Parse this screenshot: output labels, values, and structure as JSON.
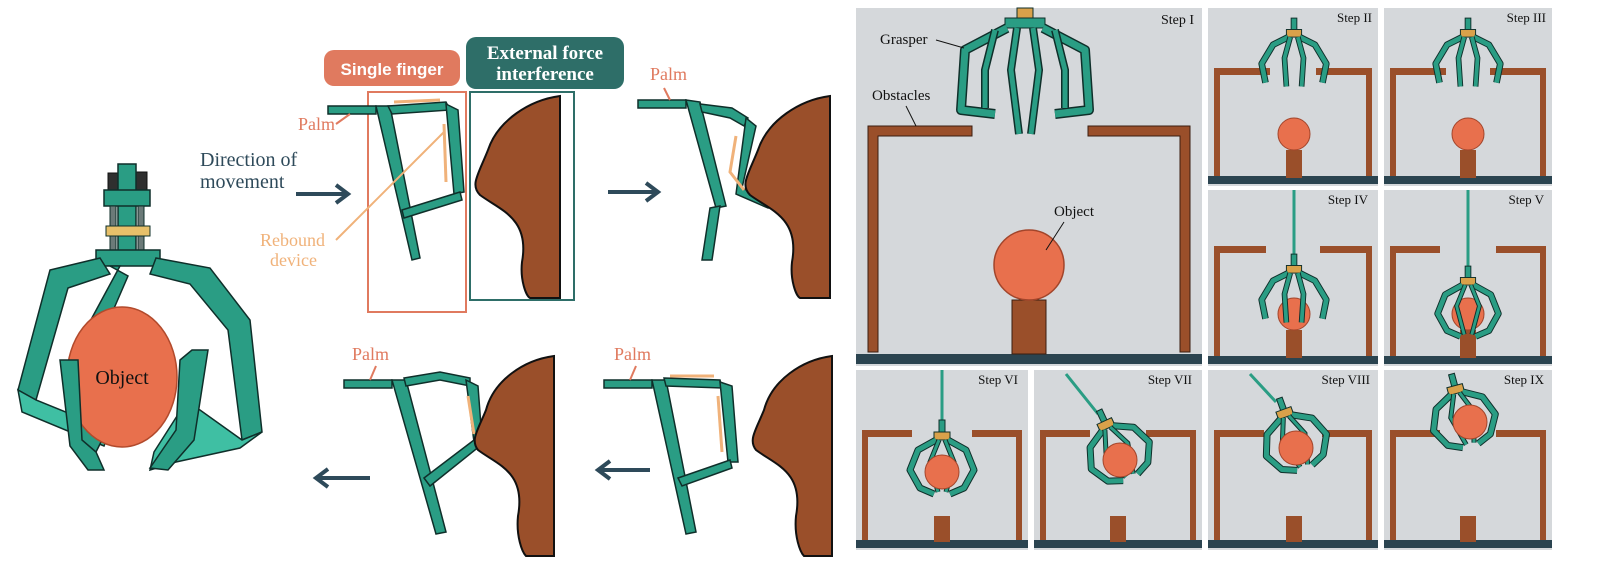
{
  "colors": {
    "finger_fill": "#2a9d84",
    "finger_light": "#3fbfa3",
    "finger_stroke": "#0f2f2a",
    "object": "#e8704d",
    "obstacle": "#9a4f2a",
    "panel_bg": "#d5d8db",
    "floor": "#2b4450",
    "palm_label": "#e07a5f",
    "rebound": "#f0b27a",
    "external_tag": "#2e6e68",
    "arrow": "#2e4a5a",
    "axis_text": "#2e4a5a"
  },
  "left": {
    "object_label": "Object"
  },
  "middle": {
    "single_finger_tag": "Single finger",
    "external_tag_line1": "External force",
    "external_tag_line2": "interference",
    "direction_line1": "Direction of",
    "direction_line2": "movement",
    "palm_1": "Palm",
    "palm_2": "Palm",
    "palm_3": "Palm",
    "palm_4": "Palm",
    "rebound_line1": "Rebound",
    "rebound_line2": "device"
  },
  "steps": {
    "grasper": "Grasper",
    "obstacles": "Obstacles",
    "object": "Object",
    "s1": "Step I",
    "s2": "Step II",
    "s3": "Step III",
    "s4": "Step IV",
    "s5": "Step V",
    "s6": "Step VI",
    "s7": "Step VII",
    "s8": "Step VIII",
    "s9": "Step IX"
  }
}
